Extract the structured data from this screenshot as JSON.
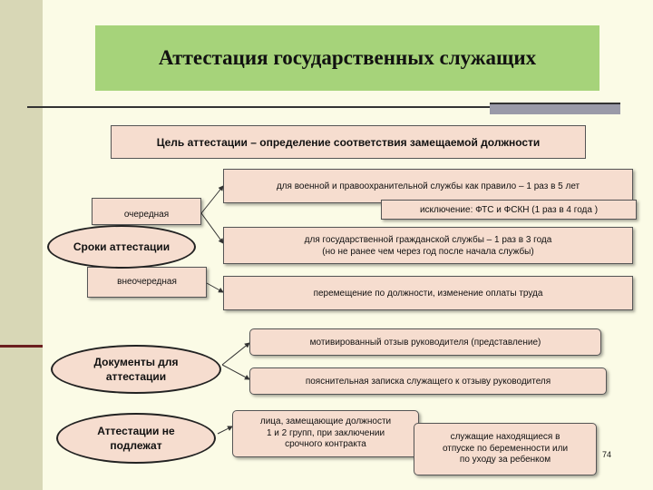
{
  "title": "Аттестация государственных служащих",
  "goal": "Цель аттестации – определение соответствия замещаемой должности",
  "terms": {
    "label": "Сроки аттестации",
    "regular": "очередная",
    "extraordinary": "внеочередная",
    "military_rule": "для военной и правоохранительной службы как  правило – 1 раз в 5 лет",
    "exception": "исключение:  ФТС и ФСКН (1 раз в 4 года )",
    "civil_rule_line1": "для государственной гражданской службы – 1 раз в 3 года",
    "civil_rule_line2": "(но не ранее чем через год после начала службы)",
    "transfer": "перемещение по должности, изменение оплаты труда"
  },
  "documents": {
    "label_line1": "Документы для",
    "label_line2": "аттестации",
    "review": "мотивированный отзыв руководителя (представление)",
    "note": "пояснительная записка служащего к отзыву руководителя"
  },
  "exempt": {
    "label_line1": "Аттестации не",
    "label_line2": "подлежат",
    "groups_line1": "лица, замещающие должности",
    "groups_line2": "1 и 2 групп, при заключении",
    "groups_line3": "срочного контракта",
    "leave_line1": "служащие находящиеся в",
    "leave_line2": "отпуске по беременности или",
    "leave_line3": "по уходу за ребенком"
  },
  "page_number": "74",
  "colors": {
    "background": "#fbfbe6",
    "sidebar": "#d8d7b6",
    "title_fill": "#a6d37a",
    "box_fill": "#f6ddcf",
    "accent_line": "#6b1f1f"
  }
}
